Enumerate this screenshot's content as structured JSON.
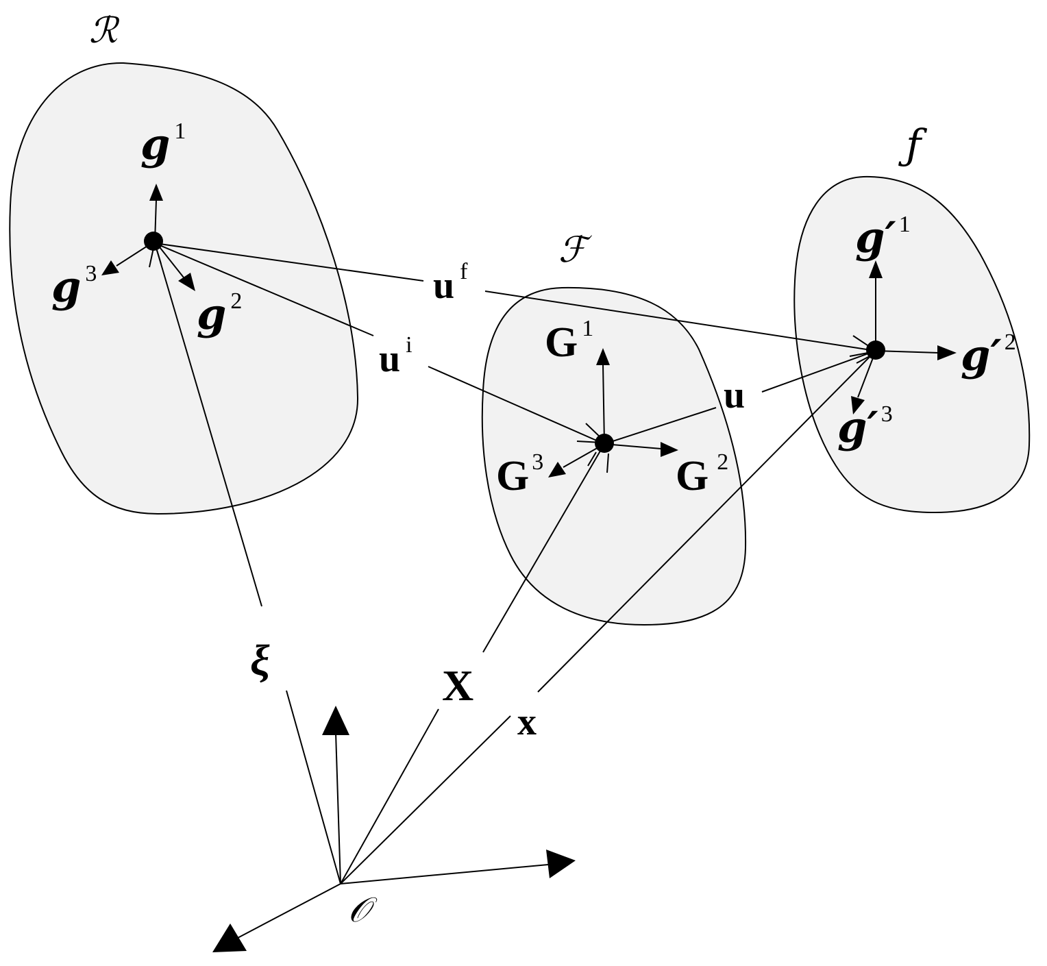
{
  "regions": {
    "reference": {
      "label": "ℛ"
    },
    "intermediate": {
      "label": "ℱ"
    },
    "current": {
      "label": "ƒ"
    },
    "origin": {
      "label": "𝒪"
    }
  },
  "vectors": {
    "xi": {
      "label": "ξ"
    },
    "X": {
      "label": "X"
    },
    "x": {
      "label": "x"
    },
    "u": {
      "label": "u"
    },
    "u_i": {
      "base": "u",
      "sup": "i"
    },
    "u_f": {
      "base": "u",
      "sup": "f"
    }
  },
  "basis_reference": [
    {
      "base": "g",
      "sup": "1"
    },
    {
      "base": "g",
      "sup": "2"
    },
    {
      "base": "g",
      "sup": "3"
    }
  ],
  "basis_intermediate": [
    {
      "base": "G",
      "sup": "1"
    },
    {
      "base": "G",
      "sup": "2"
    },
    {
      "base": "G",
      "sup": "3"
    }
  ],
  "basis_current": [
    {
      "base": "g′",
      "sup": "1"
    },
    {
      "base": "g′",
      "sup": "2"
    },
    {
      "base": "g′",
      "sup": "3"
    }
  ]
}
